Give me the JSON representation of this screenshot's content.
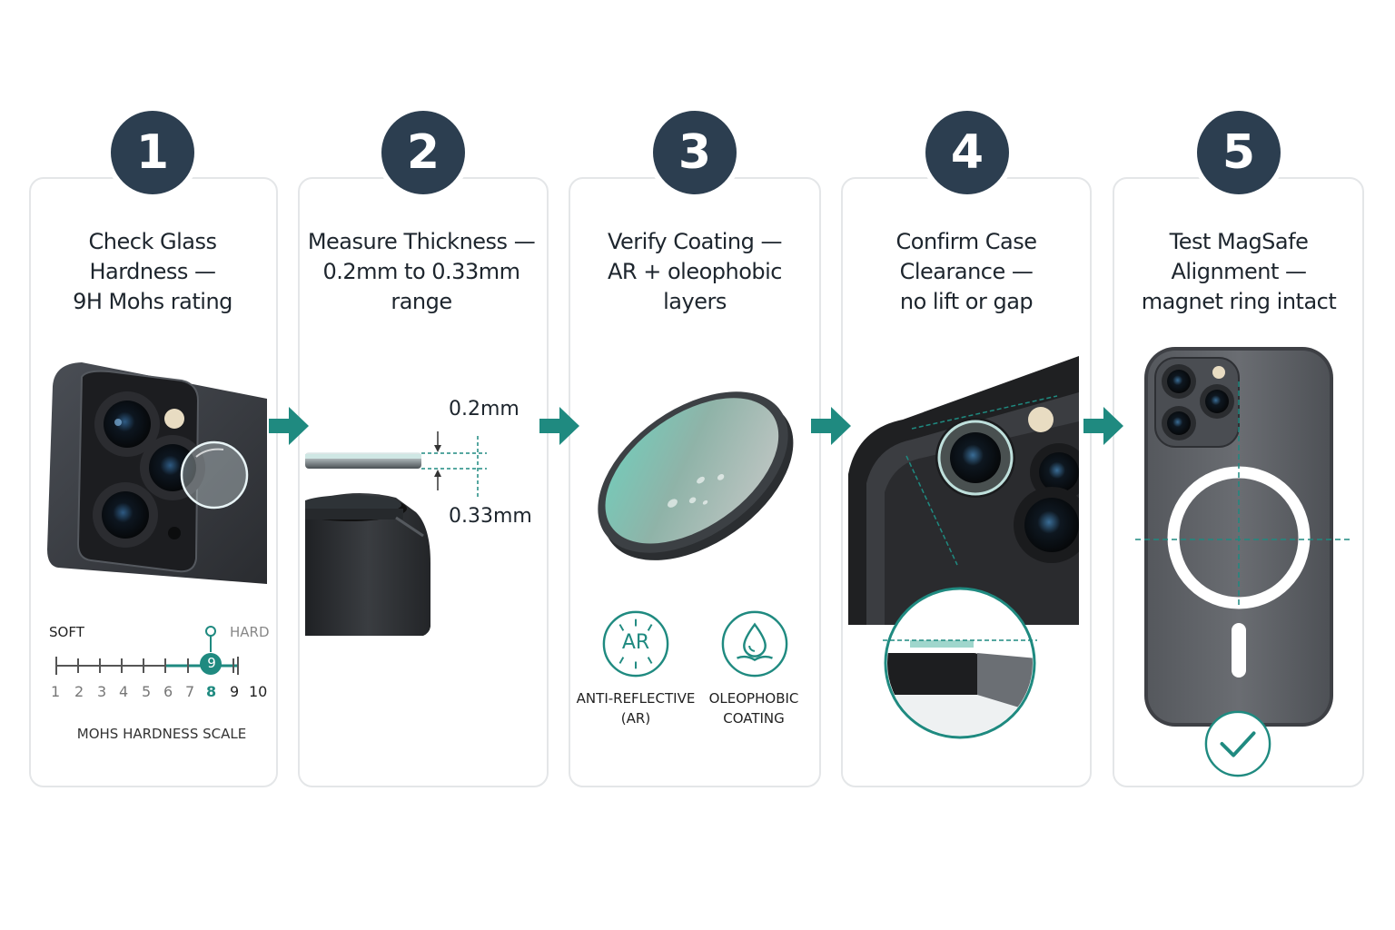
{
  "steps": [
    {
      "number": "1",
      "title": [
        "Check Glass",
        "Hardness —",
        "9H Mohs rating"
      ]
    },
    {
      "number": "2",
      "title": [
        "Measure Thickness —",
        "0.2mm to 0.33mm",
        "range"
      ]
    },
    {
      "number": "3",
      "title": [
        "Verify Coating —",
        "AR + oleophobic",
        "layers"
      ]
    },
    {
      "number": "4",
      "title": [
        "Confirm Case",
        "Clearance —",
        "no lift or gap"
      ]
    },
    {
      "number": "5",
      "title": [
        "Test MagSafe",
        "Alignment —",
        "magnet ring intact"
      ]
    }
  ],
  "mohs": {
    "soft_label": "SOFT",
    "hard_label": "HARD",
    "ticks": [
      "1",
      "2",
      "3",
      "4",
      "5",
      "6",
      "7",
      "8",
      "9",
      "10"
    ],
    "marker_value": "9",
    "scale_label": "MOHS HARDNESS SCALE"
  },
  "thickness": {
    "thin_label": "0.2mm",
    "thick_label": "0.33mm"
  },
  "coatings": {
    "ar_icon_text": "AR",
    "ar_label": [
      "ANTI-REFLECTIVE",
      "(AR)"
    ],
    "oleo_label": [
      "OLEOPHOBIC",
      "COATING"
    ]
  },
  "colors": {
    "badge": "#2c3e50",
    "accent_teal": "#1f8a80",
    "card_border": "#e4e6e8"
  },
  "icons": [
    "arrow-right-icon",
    "anti-reflective-icon",
    "oil-drop-icon",
    "checkmark-icon"
  ]
}
